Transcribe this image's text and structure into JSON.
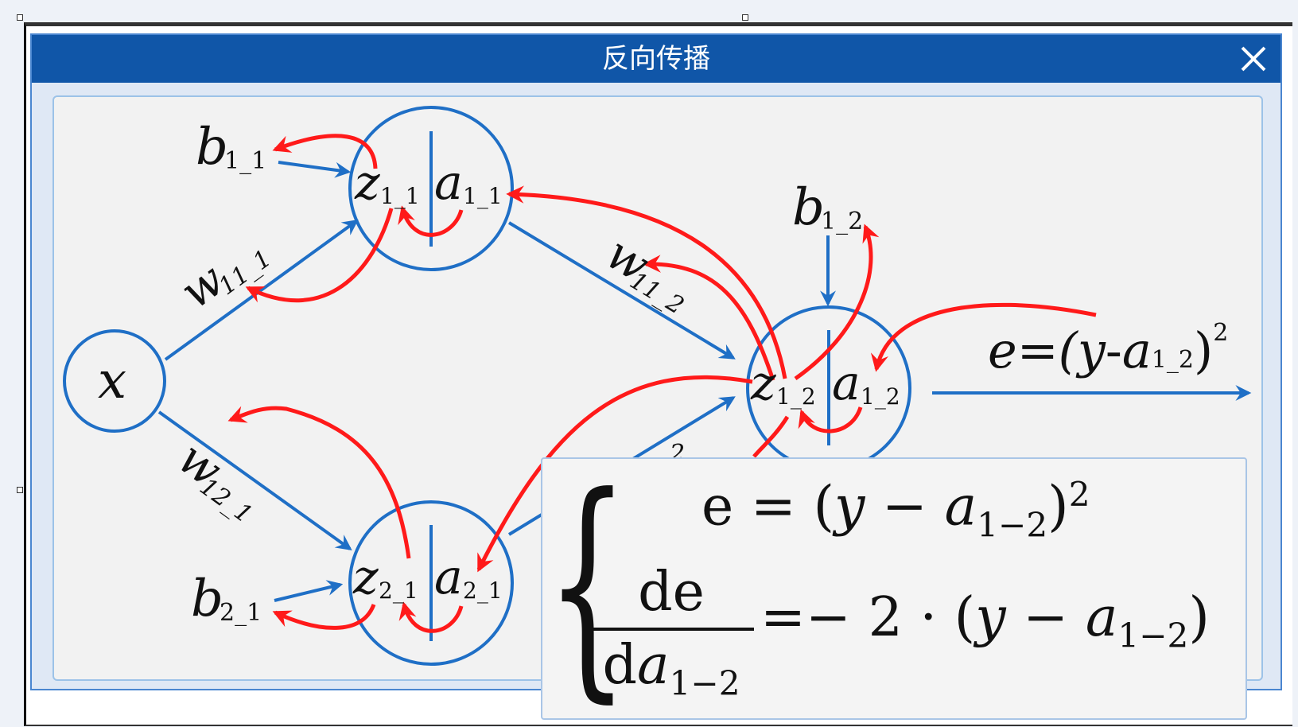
{
  "dialog": {
    "title": "反向传播",
    "close_symbol": "✕"
  },
  "nodes": {
    "input": "x",
    "n11_z": "z",
    "n11_z_sub": "1_1",
    "n11_a": "a",
    "n11_a_sub": "1_1",
    "n21_z": "z",
    "n21_z_sub": "2_1",
    "n21_a": "a",
    "n21_a_sub": "2_1",
    "n12_z": "z",
    "n12_z_sub": "1_2",
    "n12_a": "a",
    "n12_a_sub": "1_2"
  },
  "labels": {
    "b11": "b",
    "b11_sub": "1_1",
    "b21": "b",
    "b21_sub": "2_1",
    "b12": "b",
    "b12_sub": "1_2",
    "w11_1": "w",
    "w11_1_sub": "11_1",
    "w12_1": "w",
    "w12_1_sub": "12_1",
    "w11_2": "w",
    "w11_2_sub": "11_2",
    "w12_2_partial": "2",
    "error_eq_prefix": "e=(",
    "error_eq_y": "y",
    "error_eq_minus": "-",
    "error_eq_a": "a",
    "error_eq_sub": "1_2",
    "error_eq_close": ")",
    "error_eq_sup": "2"
  },
  "formula": {
    "line1_e": "e",
    "line1_eq": " = (",
    "line1_y": "y",
    "line1_minus": " − ",
    "line1_a": "a",
    "line1_sub": "1−2",
    "line1_close": ")",
    "line1_sup": "2",
    "frac_num": "de",
    "frac_den_d": "d",
    "frac_den_a": "a",
    "frac_den_sub": "1−2",
    "line2_rest": "=− 2 · (",
    "line2_y": "y",
    "line2_minus": " − ",
    "line2_a": "a",
    "line2_sub": "1−2",
    "line2_close": ")"
  },
  "colors": {
    "forward": "#1f6fc6",
    "backward": "#ff1a1a",
    "titlebar": "#1056a8"
  }
}
